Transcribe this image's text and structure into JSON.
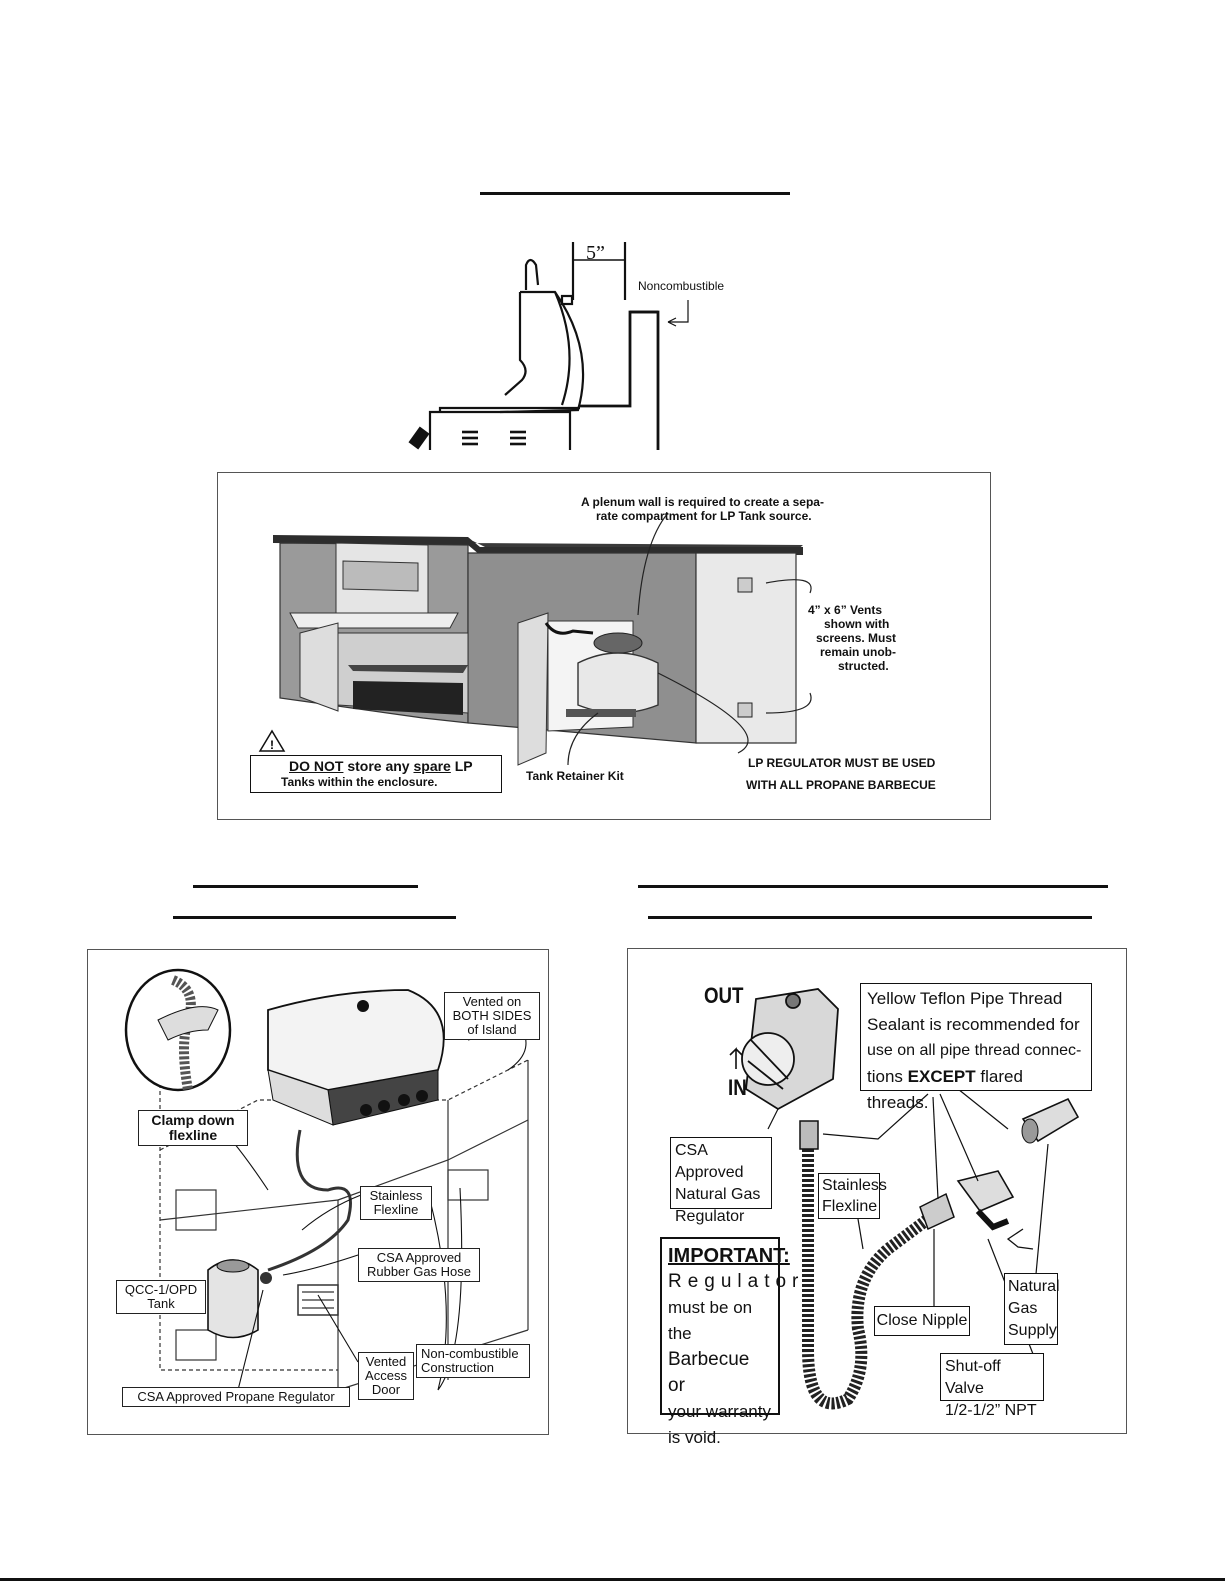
{
  "top_clearance": {
    "dimension": "5”",
    "noncombustible": "Noncombustible"
  },
  "enclosure": {
    "plenum_note_1": "A plenum wall is required to create a sepa-",
    "plenum_note_2": "rate compartment for LP Tank source.",
    "vents_note_1": "4” x 6” Vents",
    "vents_note_2": "shown with",
    "vents_note_3": "screens. Must",
    "vents_note_4": "remain unob-",
    "vents_note_5": "structed.",
    "warning_1a": "DO NOT",
    "warning_1b": " store any ",
    "warning_1c": "spare",
    "warning_1d": " LP",
    "warning_2": "Tanks within the enclosure.",
    "tank_retainer": "Tank Retainer Kit",
    "regulator_note_1": "LP REGULATOR MUST BE USED",
    "regulator_note_2": "WITH ALL PROPANE BARBECUE"
  },
  "propane_figure": {
    "clamp_1": "Clamp down",
    "clamp_2": "flexline",
    "vented_1": "Vented on",
    "vented_2": "BOTH SIDES",
    "vented_3": "of Island",
    "stainless_1": "Stainless",
    "stainless_2": "Flexline",
    "hose_1": "CSA Approved",
    "hose_2": "Rubber Gas Hose",
    "tank_1": "QCC-1/OPD",
    "tank_2": "Tank",
    "noncomb_1": "Non-combustible",
    "noncomb_2": "Construction",
    "door_1": "Vented",
    "door_2": "Access",
    "door_3": "Door",
    "regulator": "CSA Approved Propane Regulator"
  },
  "natural_gas_figure": {
    "out": "OUT",
    "in": "IN",
    "teflon_1": "Yellow Teflon Pipe Thread",
    "teflon_2": "Sealant is recommended for",
    "teflon_3": "use on all pipe thread connec-",
    "teflon_4a": "tions ",
    "teflon_4b": "EXCEPT",
    "teflon_4c": " flared threads.",
    "reg_1": "CSA Approved",
    "reg_2": "Natural Gas",
    "reg_3": "Regulator",
    "flex_1": "Stainless",
    "flex_2": "Flexline",
    "important_title": "IMPORTANT:",
    "important_1": "Regulator",
    "important_2": "must be on the",
    "important_3": "Barbecue or",
    "important_4": "your warranty",
    "important_5": "is void.",
    "nipple": "Close Nipple",
    "supply_1": "Natural",
    "supply_2": "Gas",
    "supply_3": "Supply",
    "valve_1": "Shut-off Valve",
    "valve_2": "1/2-1/2” NPT"
  }
}
